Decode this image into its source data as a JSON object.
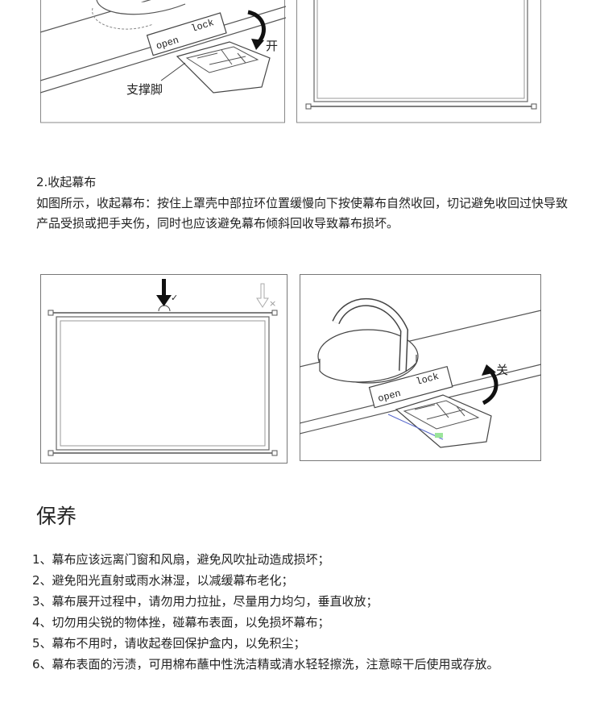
{
  "top_figures": {
    "open_label": "open",
    "lock_label": "lock",
    "open_arrow_label": "开",
    "support_label": "支撑脚"
  },
  "section2": {
    "heading": "2.收起幕布",
    "paragraph": "如图所示，收起幕布：按住上罩壳中部拉环位置缓慢向下按使幕布自然收回，切记避免收回过快导致产品受损或把手夹伤，同时也应该避免幕布倾斜回收导致幕布损坏。"
  },
  "mid_figures": {
    "check_mark": "✓",
    "cross_mark": "×",
    "open_label": "open",
    "lock_label": "lock",
    "close_arrow_label": "关"
  },
  "maintenance": {
    "title": "保养",
    "items": [
      "1、幕布应该远离门窗和风扇，避免风吹扯动造成损坏；",
      "2、避免阳光直射或雨水淋湿，以减缓幕布老化；",
      "3、幕布展开过程中，请勿用力拉扯，尽量用力均匀，垂直收放；",
      "4、切勿用尖锐的物体挫，碰幕布表面，以免损坏幕布；",
      "5、幕布不用时，请收起卷回保护盒内，以免积尘；",
      "6、幕布表面的污渍，可用棉布蘸中性洗洁精或清水轻轻擦洗，注意晾干后使用或存放。"
    ]
  }
}
